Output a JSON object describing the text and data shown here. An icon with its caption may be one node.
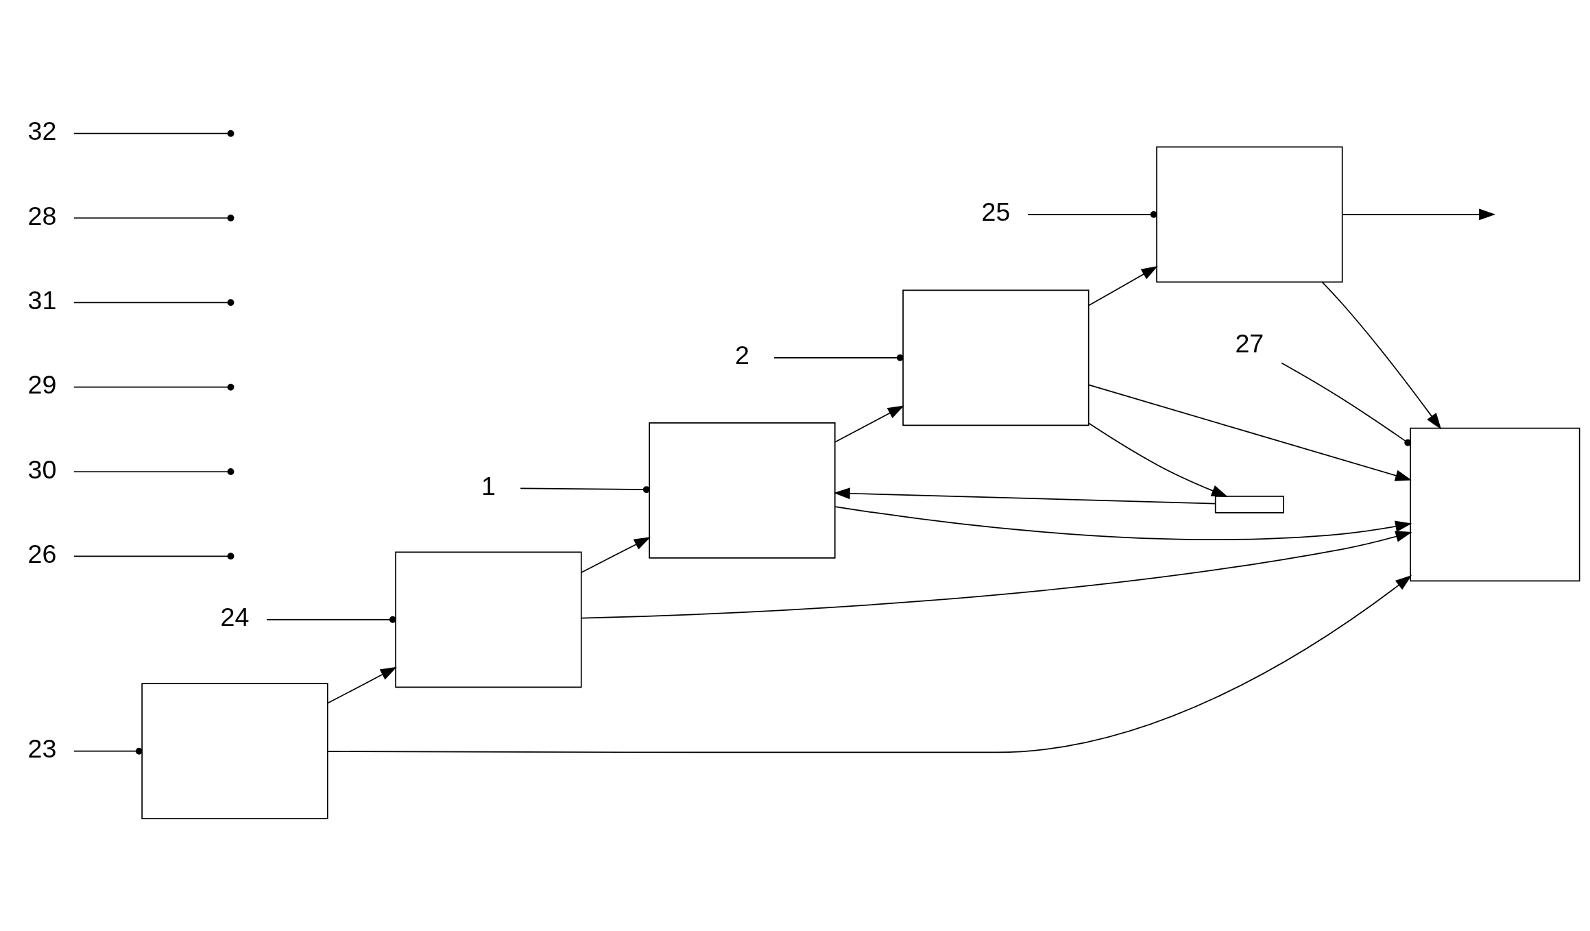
{
  "diagram": {
    "nodes": [
      {
        "text": [],
        "shape": "box"
      },
      {
        "text": [],
        "shape": "box"
      },
      {
        "text": [],
        "shape": "box"
      },
      {
        "text": [],
        "shape": "box"
      },
      {
        "text": [],
        "shape": "box"
      },
      {
        "text": [],
        "shape": "box"
      },
      {
        "text": [],
        "shape": "box"
      },
      {
        "text": [
          "24"
        ]
      },
      {
        "text": [
          "1"
        ]
      },
      {
        "text": [
          "2"
        ]
      },
      {
        "text": [
          "26"
        ]
      },
      {
        "text": [
          "25"
        ]
      },
      {
        "text": [
          "23"
        ]
      },
      {
        "text": [
          "30"
        ]
      },
      {
        "text": [
          "29"
        ]
      },
      {
        "text": [
          "31"
        ]
      },
      {
        "text": [
          "27"
        ]
      },
      {
        "text": [
          "28"
        ]
      },
      {
        "text": [
          "32"
        ]
      }
    ],
    "edges": [
      {
        "from": 0,
        "to": 1,
        "arrow": "to"
      },
      {
        "from": 1,
        "to": 2,
        "arrow": "to"
      },
      {
        "from": 2,
        "to": 3,
        "arrow": "to"
      },
      {
        "from": 3,
        "to": 4,
        "arrow": "to"
      },
      {
        "from": 4,
        "to": null,
        "arrow": "to"
      },
      {
        "from": 3,
        "to": 5,
        "arrow": "to"
      },
      {
        "from": 5,
        "to": 2,
        "arrow": "to"
      },
      {
        "from": 0,
        "to": 6,
        "arrow": "to"
      },
      {
        "from": 1,
        "to": 6,
        "arrow": "to"
      },
      {
        "from": 2,
        "to": 6,
        "arrow": "to"
      },
      {
        "from": 3,
        "to": 6,
        "arrow": "to"
      },
      {
        "from": 4,
        "to": 6,
        "arrow": "to"
      },
      {
        "from": 7,
        "to": 1,
        "arrow": "other"
      },
      {
        "from": 8,
        "to": 2,
        "arrow": "other"
      },
      {
        "from": 9,
        "to": 3,
        "arrow": "other"
      },
      {
        "from": 10,
        "to": null,
        "arrow": "other"
      },
      {
        "from": 11,
        "to": 4,
        "arrow": "other"
      },
      {
        "from": 12,
        "to": 0,
        "arrow": "other"
      },
      {
        "from": 13,
        "to": null,
        "arrow": "other"
      },
      {
        "from": 14,
        "to": null,
        "arrow": "other"
      },
      {
        "from": 15,
        "to": null,
        "arrow": "other"
      },
      {
        "from": 16,
        "to": 6,
        "arrow": "other"
      },
      {
        "from": 17,
        "to": null,
        "arrow": "other"
      },
      {
        "from": 18,
        "to": null,
        "arrow": "other"
      }
    ]
  }
}
